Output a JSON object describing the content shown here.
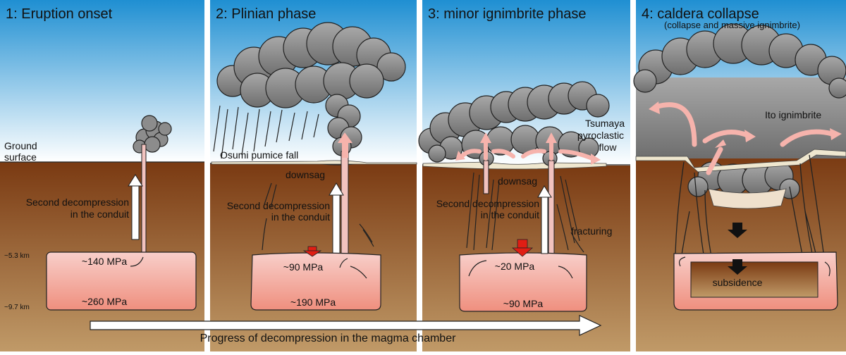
{
  "colors": {
    "sky_top": "#1f8fd2",
    "sky_bottom": "#ffffff",
    "ground_top": "#7a3a12",
    "ground_bottom": "#c09a68",
    "chamber_top": "#f7c4c0",
    "chamber_bottom": "#f08a78",
    "cloud": "#8a8a8a",
    "arrow_pink": "#f6b3ac",
    "arrow_red": "#e01e14"
  },
  "panels": [
    {
      "title": "1: Eruption onset",
      "labels": {
        "ground": "Ground",
        "surface": "surface",
        "decomp_line1": "Second decompression",
        "decomp_line2": "in the conduit",
        "pressure_top": "~140 MPa",
        "pressure_bottom": "~260 MPa",
        "depth_top": "~5.3 km",
        "depth_bottom": "~9.7 km"
      }
    },
    {
      "title": "2: Plinian phase",
      "labels": {
        "pumice": "Osumi pumice fall",
        "downsag": "downsag",
        "decomp_line1": "Second decompression",
        "decomp_line2": "in the conduit",
        "pressure_top": "~90 MPa",
        "pressure_bottom": "~190 MPa"
      }
    },
    {
      "title": "3: minor ignimbrite phase",
      "labels": {
        "flow_line1": "Tsumaya",
        "flow_line2": "pyroclastic",
        "flow_line3": "flow",
        "downsag": "downsag",
        "decomp_line1": "Second decompression",
        "decomp_line2": "in the conduit",
        "fracturing": "fracturing",
        "pressure_top": "~20 MPa",
        "pressure_bottom": "~90 MPa"
      }
    },
    {
      "title": "4: caldera collapse",
      "subtitle": "(collapse and massive ignimbrite)",
      "labels": {
        "ignimbrite": "Ito ignimbrite",
        "subsidence": "subsidence"
      }
    }
  ],
  "progress_label": "Progress of decompression in the magma chamber"
}
